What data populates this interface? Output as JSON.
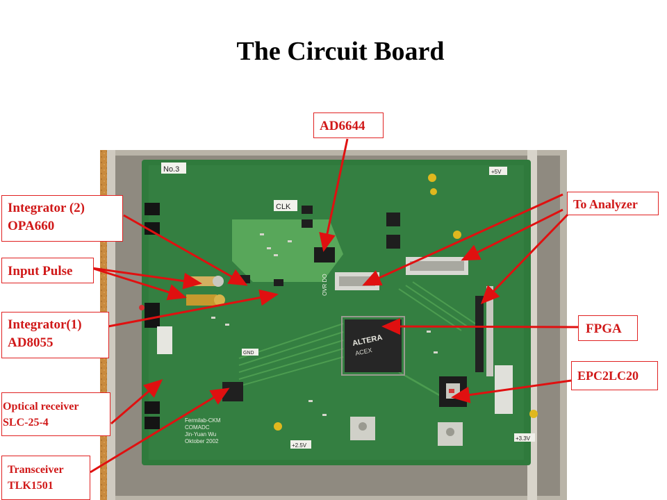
{
  "slide": {
    "title": "The Circuit Board"
  },
  "photo": {
    "board_marking": "No.3",
    "clk_marking": "CLK",
    "chip_brand": "ALTERA",
    "chip_model": "ACEX",
    "silkscreen_1": "Fermilab-CKM",
    "silkscreen_2": "COMADC",
    "silkscreen_3": "Jin-Yuan Wu",
    "silkscreen_4": "Oktober 2002",
    "gnd_label": "GND",
    "plus5v": "+5V",
    "plus25v": "+2.5V",
    "plus33v": "+3.3V",
    "ovr_do": "OVR DO"
  },
  "labels": {
    "ad6644": "AD6644",
    "integrator2_line1": "Integrator (2)",
    "integrator2_line2": "OPA660",
    "input_pulse": "Input Pulse",
    "integrator1_line1": "Integrator(1)",
    "integrator1_line2": "AD8055",
    "optical_line1": "Optical receiver",
    "optical_line2": "SLC-25-4",
    "transceiver_line1": "Transceiver",
    "transceiver_line2": "TLK1501",
    "to_analyzer": "To Analyzer",
    "fpga": "FPGA",
    "epc2lc20": "EPC2LC20"
  }
}
